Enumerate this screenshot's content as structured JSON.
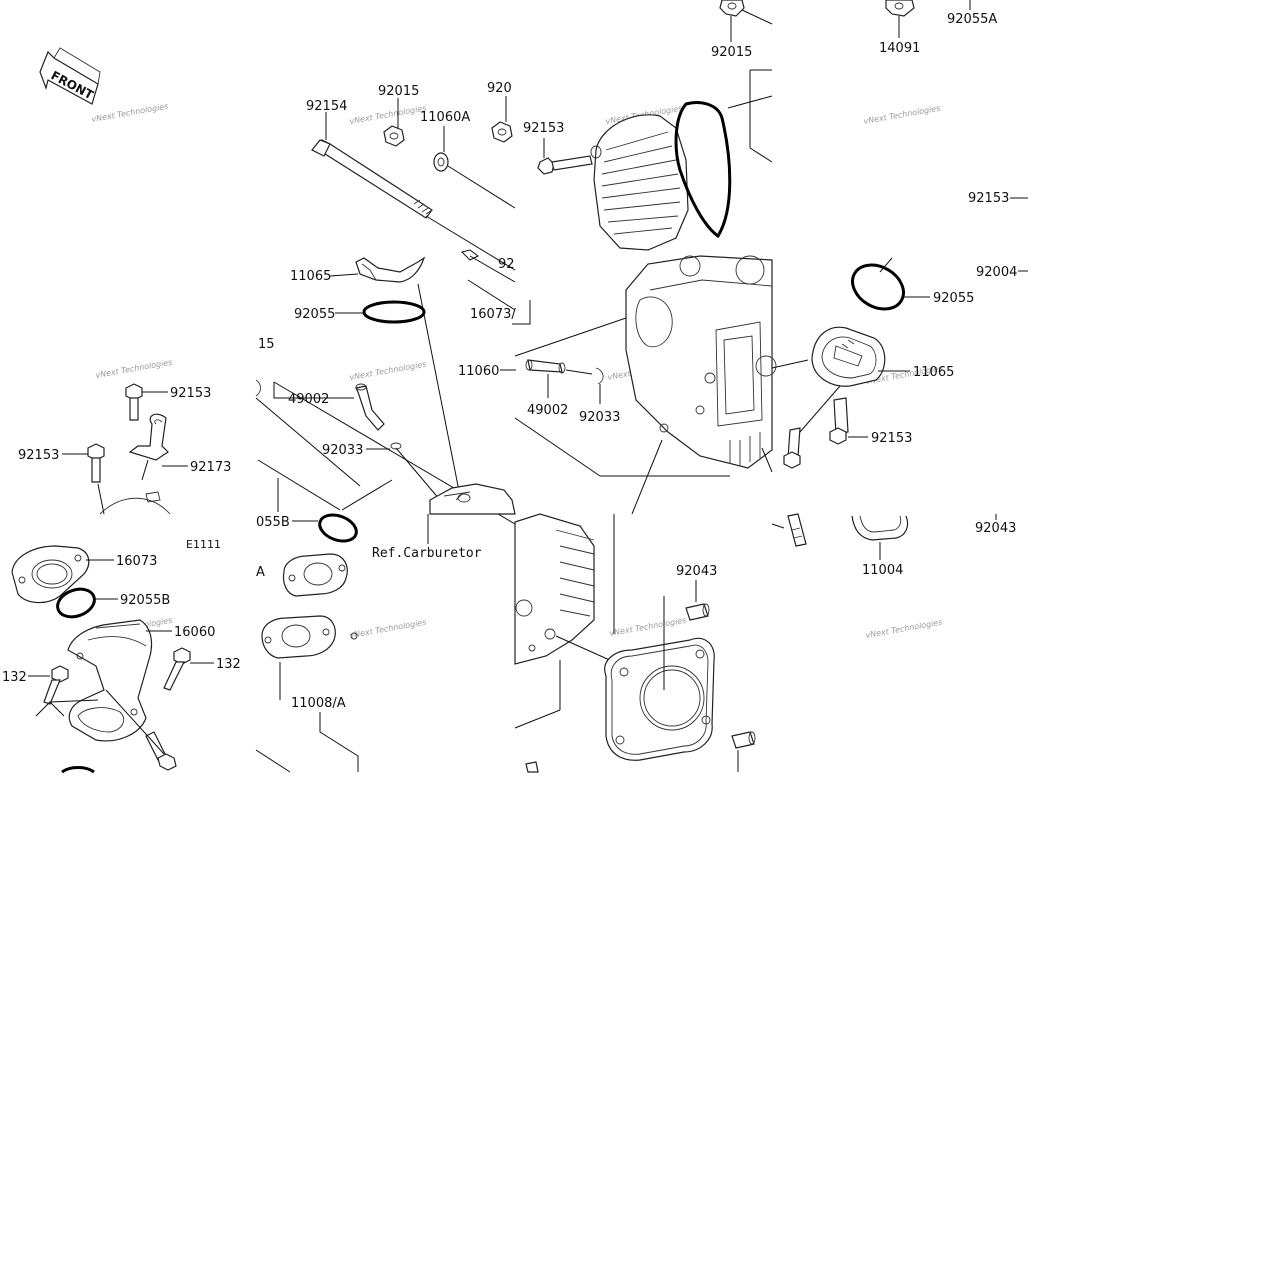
{
  "diagram": {
    "front_label": "FRONT",
    "ref_label": "Ref.Carburetor",
    "section_code": "E1111",
    "watermark": "vNext Technologies",
    "part_numbers": [
      "92154",
      "92015",
      "11060A",
      "920",
      "92153",
      "92015",
      "14091",
      "92055A",
      "11065",
      "92055",
      "16073/",
      "92",
      "15",
      "49002",
      "92033",
      "11060",
      "49002",
      "92033",
      "92153",
      "92004",
      "92055",
      "11065",
      "92153",
      "92153",
      "92153",
      "92173",
      "055B",
      "92043",
      "11004",
      "92043",
      "16073",
      "92055B",
      "16060",
      "132",
      "132",
      "A",
      "11008/A"
    ]
  }
}
